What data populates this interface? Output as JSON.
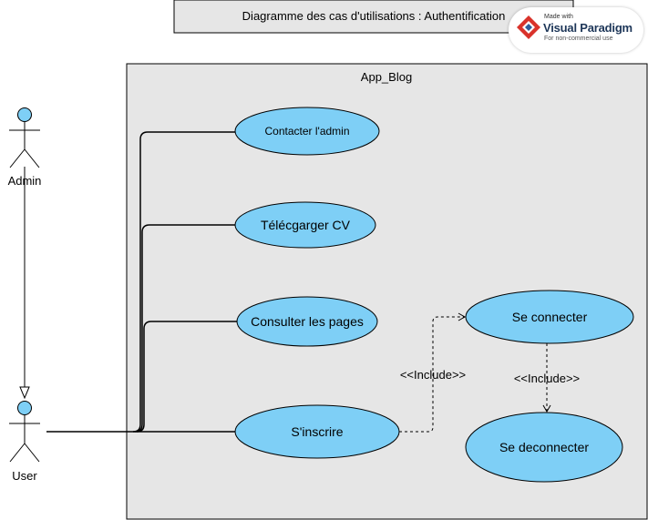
{
  "title": "Diagramme des cas d'utilisations : Authentification",
  "system": {
    "name": "App_Blog"
  },
  "actors": {
    "admin": "Admin",
    "user": "User"
  },
  "use_cases": {
    "contact_admin": "Contacter l'admin",
    "download_cv": "Télécgarger CV",
    "view_pages": "Consulter les pages",
    "register": "S'inscrire",
    "login": "Se connecter",
    "logout": "Se deconnecter"
  },
  "relations": {
    "include_1": "<<Include>>",
    "include_2": "<<Include>>"
  },
  "badge": {
    "made_with": "Made with",
    "brand": "Visual Paradigm",
    "note": "For non-commercial use"
  },
  "colors": {
    "use_case_fill": "#7ecff6",
    "actor_fill": "#7ecff6",
    "system_fill": "#e6e6e6"
  }
}
